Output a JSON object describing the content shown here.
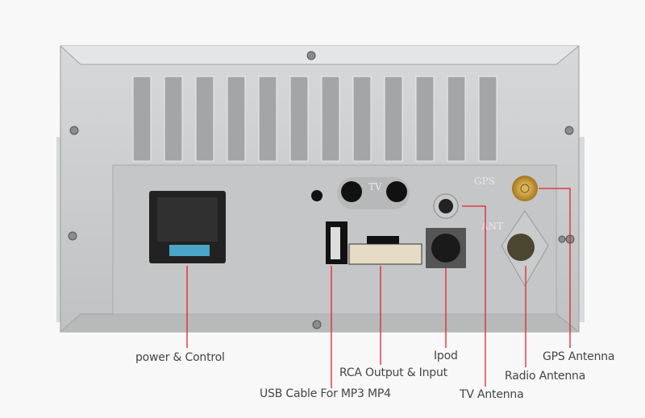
{
  "engraved": {
    "gps": "GPS",
    "tv": "TV",
    "ant": "ANT"
  },
  "labels": {
    "power": "power & Control",
    "usb": "USB Cable For MP3 MP4",
    "rca": "RCA Output & Input",
    "ipod": "Ipod",
    "tv": "TV Antenna",
    "radio": "Radio Antenna",
    "gps": "GPS Antenna"
  },
  "colors": {
    "leader_line": "#e8202a",
    "plate": "#c9cbcc",
    "label_text": "#444444"
  }
}
